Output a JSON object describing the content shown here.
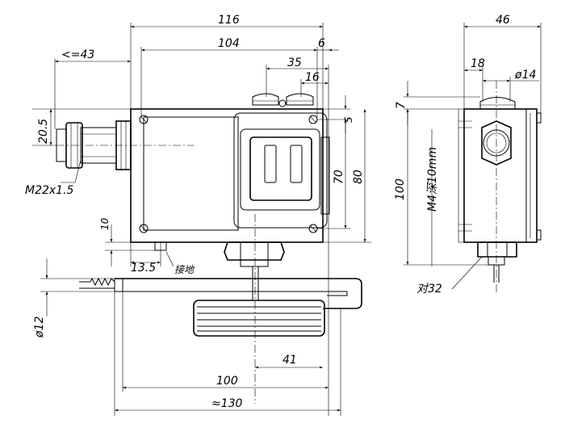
{
  "front_dims": {
    "d116": "116",
    "d104": "104",
    "d6": "6",
    "d35": "35",
    "d16": "16",
    "d43": "<=43",
    "d5": "5",
    "d70": "70",
    "d80": "80",
    "d20_5": "20.5",
    "thread": "M22x1.5",
    "d10": "10",
    "d13_5": "13.5",
    "screw_label": "接地",
    "dia12": "ø12",
    "d41": "41",
    "d100": "100",
    "d130": "≈130"
  },
  "side_dims": {
    "d46": "46",
    "d18": "18",
    "dia14": "ø14",
    "d7": "7",
    "d100": "100",
    "m4": "M4深10mm",
    "af32": "对32"
  }
}
